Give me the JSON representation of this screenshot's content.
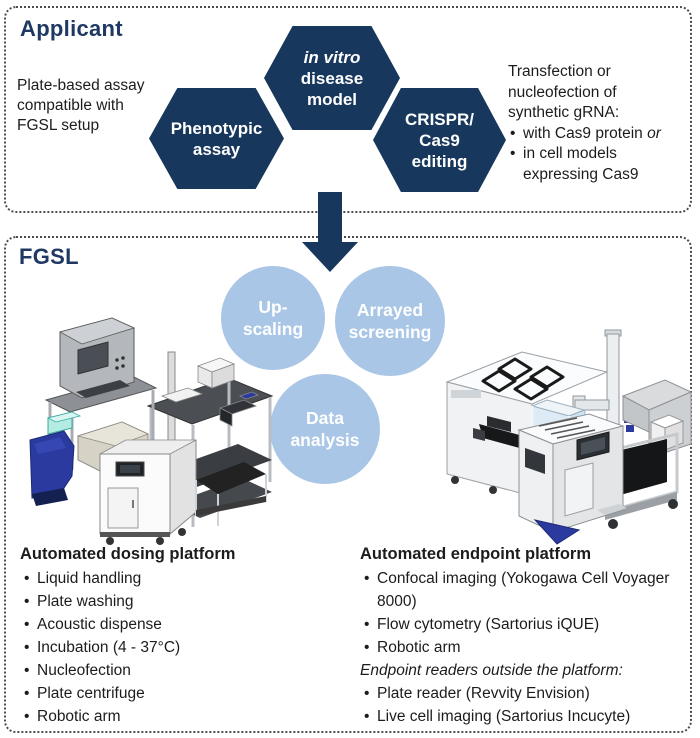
{
  "applicant": {
    "title": "Applicant",
    "left_note": {
      "line1": "Plate-based assay",
      "line2": "compatible with",
      "line3": "FGSL setup"
    },
    "hexagons": {
      "phenotypic": {
        "line1": "Phenotypic",
        "line2": "assay"
      },
      "disease_model": {
        "line1_italic": "in vitro",
        "line2": "disease",
        "line3": "model"
      },
      "crispr": {
        "line1": "CRISPR/",
        "line2": "Cas9",
        "line3": "editing"
      }
    },
    "right_note": {
      "line1": "Transfection or",
      "line2": "nucleofection of",
      "line3": "synthetic gRNA:",
      "bullet1_text": "with Cas9 protein",
      "bullet1_italic": "or",
      "bullet2_text": "in cell models expressing Cas9"
    }
  },
  "fgsl": {
    "title": "FGSL",
    "circles": {
      "upscaling": {
        "line1": "Up-",
        "line2": "scaling"
      },
      "arrayed": {
        "line1": "Arrayed",
        "line2": "screening"
      },
      "data_analysis": {
        "line1": "Data",
        "line2": "analysis"
      }
    },
    "dosing_platform": {
      "header": "Automated dosing platform",
      "items": [
        "Liquid handling",
        "Plate washing",
        "Acoustic dispense",
        "Incubation (4 - 37°C)",
        "Nucleofection",
        "Plate centrifuge",
        "Robotic arm"
      ]
    },
    "endpoint_platform": {
      "header": "Automated endpoint platform",
      "items": [
        "Confocal imaging (Yokogawa Cell Voyager 8000)",
        "Flow cytometry (Sartorius iQUE)",
        "Robotic arm"
      ],
      "note_italic": "Endpoint readers outside the platform:",
      "items_outside": [
        "Plate reader (Revvity Envision)",
        "Live cell imaging (Sartorius Incucyte)"
      ]
    }
  },
  "colors": {
    "navy": "#17375d",
    "title_navy": "#1f3864",
    "circle_blue": "#a9c6e6",
    "border_dot": "#4b4b4b"
  }
}
